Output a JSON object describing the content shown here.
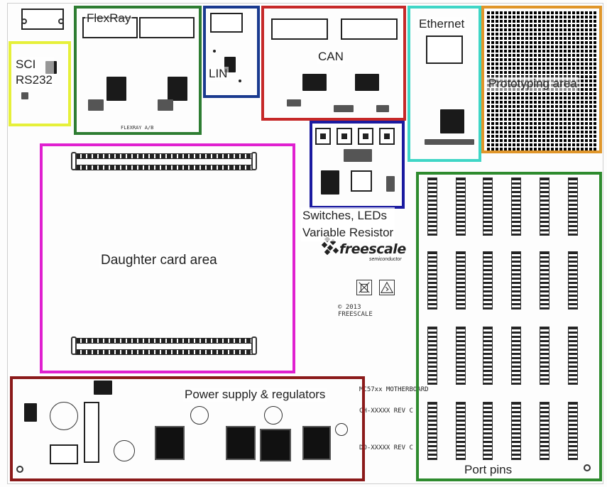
{
  "title": "",
  "regions": [
    {
      "id": "sci-rs232",
      "lines": [
        "SCI",
        "RS232"
      ],
      "color": "#e6f03a"
    },
    {
      "id": "flexray",
      "lines": [
        "FlexRay"
      ],
      "color": "#2e7d32"
    },
    {
      "id": "lin",
      "lines": [
        "LIN"
      ],
      "color": "#1a3a8f"
    },
    {
      "id": "can",
      "lines": [
        "CAN"
      ],
      "color": "#c62828"
    },
    {
      "id": "ethernet",
      "lines": [
        "Ethernet"
      ],
      "color": "#3fd6c6"
    },
    {
      "id": "prototyping",
      "lines": [
        "Prototyping area"
      ],
      "color": "#e0962a"
    },
    {
      "id": "switches-leds",
      "lines": [
        "Switches, LEDs",
        "Variable Resistor"
      ],
      "color": "#1a1aa0"
    },
    {
      "id": "daughter-card",
      "lines": [
        "Daughter card area"
      ],
      "color": "#e020d0"
    },
    {
      "id": "power-supply",
      "lines": [
        "Power supply & regulators"
      ],
      "color": "#8b1a1a"
    },
    {
      "id": "port-pins",
      "lines": [
        "Port pins"
      ],
      "color": "#2e8b2e"
    }
  ],
  "board_text": {
    "logo": "freescale",
    "logo_sub": "semiconductor",
    "copyright": "© 2013 FREESCALE",
    "name_line1": "MC57xx MOTHERBOARD",
    "name_line2": "CH-XXXXX REV C",
    "name_line3": "DO-XXXXX REV C",
    "flexray_silk": "FLEXRAY A/B"
  },
  "icons": [
    "freescale-logo-icon",
    "weee-bin-icon",
    "esd-warning-icon"
  ]
}
